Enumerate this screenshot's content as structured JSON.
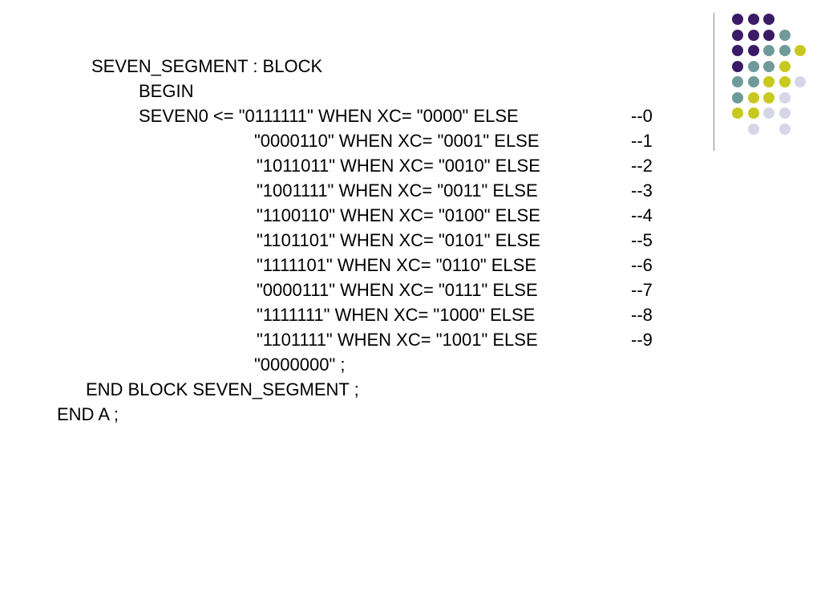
{
  "slide": {
    "lines": [
      "SEVEN_SEGMENT : BLOCK",
      "BEGIN",
      "SEVEN0 <= \"0111111\" WHEN XC= \"0000\" ELSE",
      "\"0000110\" WHEN XC= \"0001\" ELSE",
      "\"1011011\" WHEN XC= \"0010\" ELSE",
      "\"1001111\" WHEN XC= \"0011\" ELSE",
      "\"1100110\" WHEN XC= \"0100\" ELSE",
      "\"1101101\" WHEN XC= \"0101\" ELSE",
      "\"1111101\" WHEN XC= \"0110\" ELSE",
      "\"0000111\" WHEN XC= \"0111\" ELSE",
      "\"1111111\" WHEN XC= \"1000\" ELSE",
      "\"1101111\" WHEN XC= \"1001\" ELSE",
      "\"0000000\" ;",
      "END BLOCK SEVEN_SEGMENT ;",
      "END A ;"
    ],
    "comments": [
      "--0",
      "--1",
      "--2",
      "--3",
      "--4",
      "--5",
      "--6",
      "--7",
      "--8",
      "--9"
    ]
  },
  "decoration": {
    "colors": {
      "purple": "#3b1a66",
      "teal": "#6f9a9a",
      "yellow": "#c8c81e",
      "lavender": "#d6d6e8"
    },
    "dot_grid": [
      [
        "purple",
        "purple",
        "purple",
        null,
        null
      ],
      [
        "purple",
        "purple",
        "purple",
        "teal",
        null
      ],
      [
        "purple",
        "purple",
        "teal",
        "teal",
        "yellow"
      ],
      [
        "purple",
        "teal",
        "teal",
        "yellow",
        null
      ],
      [
        "teal",
        "teal",
        "yellow",
        "yellow",
        "lavender"
      ],
      [
        "teal",
        "yellow",
        "yellow",
        "lavender",
        null
      ],
      [
        "yellow",
        "yellow",
        "lavender",
        "lavender",
        null
      ],
      [
        null,
        "lavender",
        null,
        "lavender",
        null
      ]
    ]
  }
}
